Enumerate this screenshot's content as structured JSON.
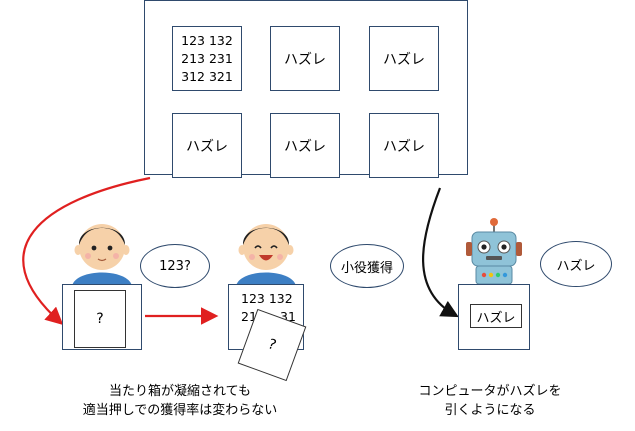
{
  "boxes": {
    "combinations": "123 132\n213 231\n312 321",
    "miss": "ハズレ"
  },
  "bubbles": {
    "guess": "123?",
    "win": "小役獲得",
    "computer": "ハズレ"
  },
  "cards": {
    "hidden": "?",
    "revealed_top": "123 132",
    "revealed_partial": "213",
    "revealed_partial_tail": "31",
    "dropped": "?",
    "computer_pick": "ハズレ"
  },
  "captions": {
    "left_line1": "当たり箱が凝縮されても",
    "left_line2": "適当押しでの獲得率は変わらない",
    "right_line1": "コンピュータがハズレを",
    "right_line2": "引くようになる"
  },
  "colors": {
    "border": "#2f4a6d",
    "arrow_red": "#e02020",
    "arrow_black": "#111111",
    "robot_head": "#8fc3d8"
  }
}
